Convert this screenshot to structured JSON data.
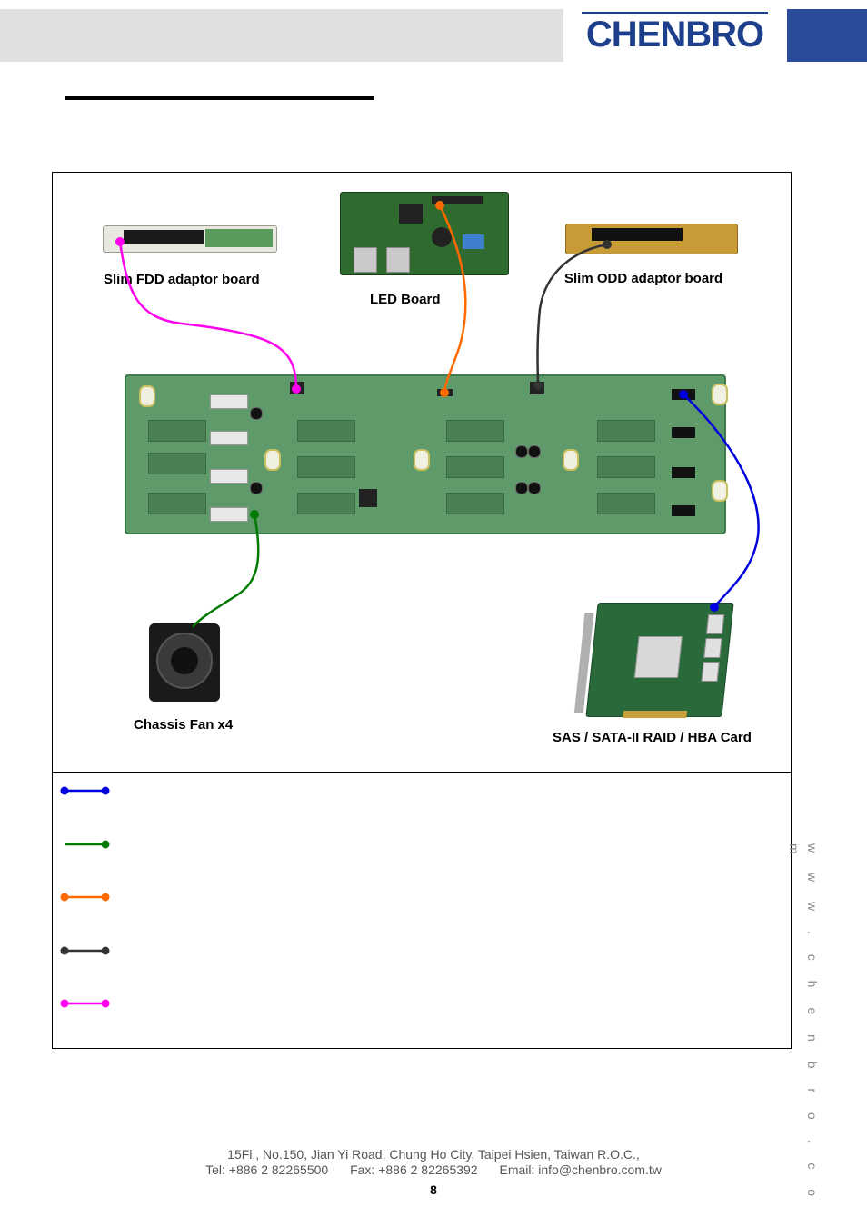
{
  "header": {
    "logo_text": "CHENBRO"
  },
  "diagram": {
    "labels": {
      "slim_fdd": "Slim FDD adaptor board",
      "led_board": "LED Board",
      "slim_odd": "Slim ODD adaptor board",
      "chassis_fan": "Chassis Fan x4",
      "hba_card": "SAS / SATA-II RAID / HBA Card"
    }
  },
  "legend": {
    "cables": [
      {
        "color": "#0000dd",
        "icon": "line-two-dots"
      },
      {
        "color": "#007a00",
        "icon": "line-one-dot"
      },
      {
        "color": "#ff6a00",
        "icon": "line-two-dots"
      },
      {
        "color": "#333333",
        "icon": "line-two-dots"
      },
      {
        "color": "#ff00ee",
        "icon": "line-two-dots"
      }
    ]
  },
  "footer": {
    "address": "15Fl., No.150, Jian Yi Road, Chung Ho City, Taipei Hsien, Taiwan R.O.C.,",
    "tel": "Tel: +886 2 82265500",
    "fax": "Fax: +886 2 82265392",
    "email": "Email: info@chenbro.com.tw",
    "page_number": "8",
    "website": "w w w . c h e n b r o . c o m"
  },
  "colors": {
    "brand_blue": "#1e3f8c",
    "header_gray": "#e0e0e0"
  }
}
